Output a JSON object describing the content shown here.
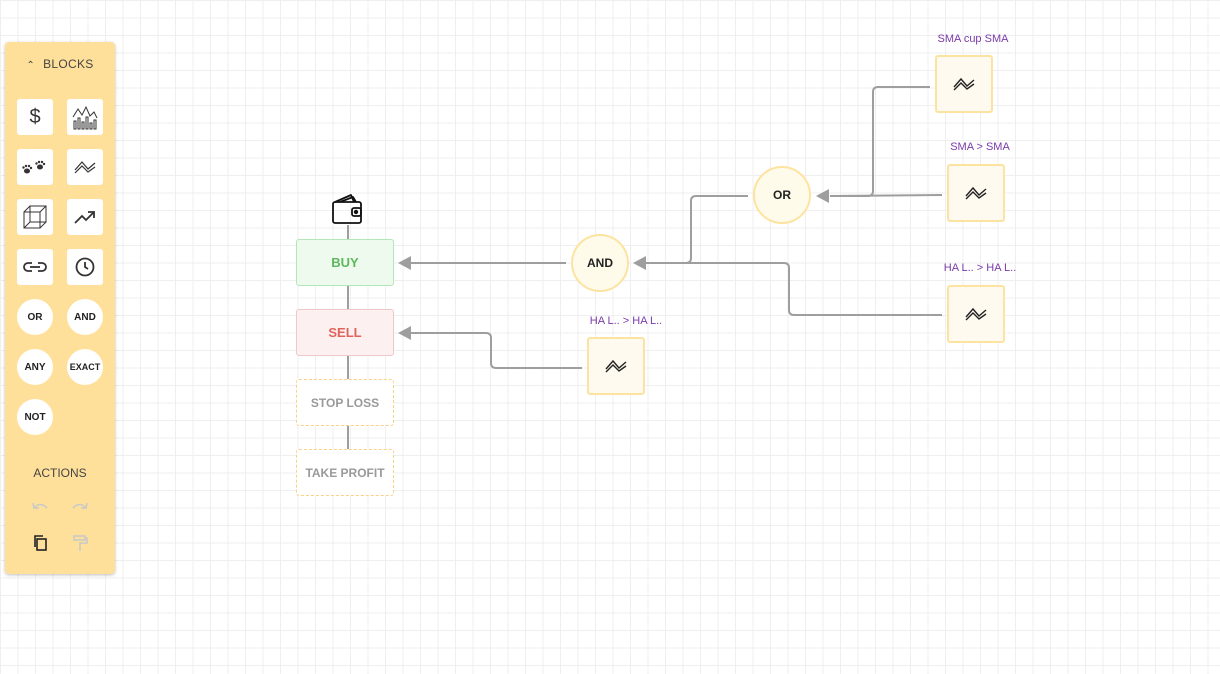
{
  "sidebar": {
    "blocks_title": "BLOCKS",
    "icons": [
      "dollar-icon",
      "bar-chart-icon",
      "paw-icon",
      "indicator-icon",
      "cube-icon",
      "trending-up-icon",
      "link-icon",
      "clock-icon"
    ],
    "dollar_symbol": "$",
    "logic_blocks": [
      "OR",
      "AND",
      "ANY",
      "EXACT",
      "NOT"
    ],
    "actions_title": "ACTIONS",
    "action_icons": [
      "undo-icon",
      "redo-icon",
      "copy-icon",
      "paint-roller-icon"
    ]
  },
  "strategy": {
    "buy": "BUY",
    "sell": "SELL",
    "stop_loss": "STOP LOSS",
    "take_profit": "TAKE PROFIT"
  },
  "gates": {
    "and_label": "AND",
    "or_label": "OR"
  },
  "indicators": [
    {
      "label": "SMA cup SMA"
    },
    {
      "label": "SMA > SMA"
    },
    {
      "label": "HA L.. > HA L.."
    },
    {
      "label": "HA L.. > HA L.."
    }
  ],
  "colors": {
    "sidebar_bg": "#ffe09a",
    "buy_text": "#5cb85c",
    "sell_text": "#e0645c",
    "indicator_label": "#7a3aa8",
    "connector": "#9e9e9e"
  }
}
